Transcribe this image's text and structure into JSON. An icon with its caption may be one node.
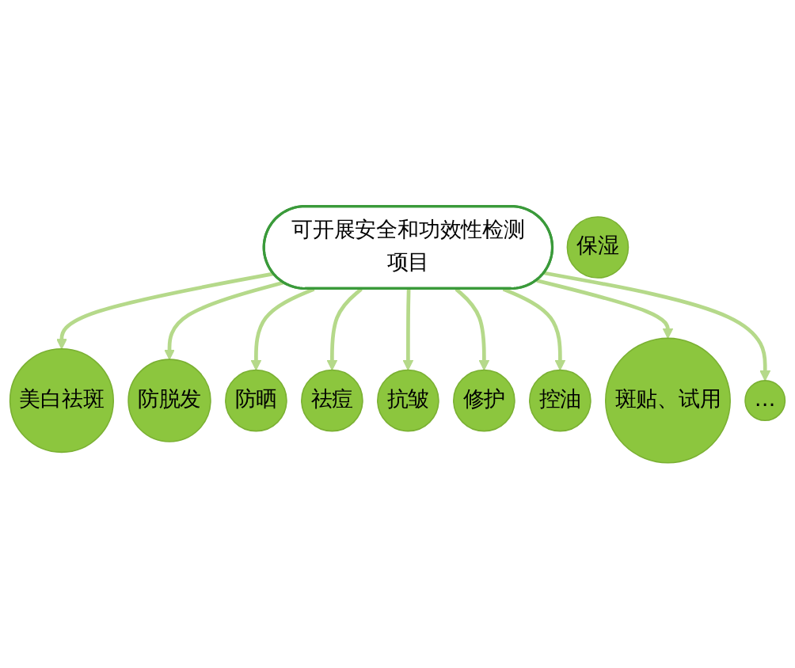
{
  "diagram": {
    "nodes": [
      {
        "text": [
          "可开展安全和功效性检测项目"
        ]
      },
      {
        "text": [
          "保湿"
        ]
      },
      {
        "text": [
          "美白祛斑"
        ]
      },
      {
        "text": [
          "防脱发"
        ]
      },
      {
        "text": [
          "防晒"
        ]
      },
      {
        "text": [
          "祛痘"
        ]
      },
      {
        "text": [
          "抗皱"
        ]
      },
      {
        "text": [
          "修护"
        ]
      },
      {
        "text": [
          "控油"
        ]
      },
      {
        "text": [
          "斑贴、试用"
        ]
      },
      {
        "text": [
          "…"
        ]
      }
    ],
    "edges": [
      {
        "from": 0,
        "to": 2,
        "arrow": "to"
      },
      {
        "from": 0,
        "to": 3,
        "arrow": "to"
      },
      {
        "from": 0,
        "to": 4,
        "arrow": "to"
      },
      {
        "from": 0,
        "to": 5,
        "arrow": "to"
      },
      {
        "from": 0,
        "to": 6,
        "arrow": "to"
      },
      {
        "from": 0,
        "to": 7,
        "arrow": "to"
      },
      {
        "from": 0,
        "to": 8,
        "arrow": "to"
      },
      {
        "from": 0,
        "to": 9,
        "arrow": "to"
      },
      {
        "from": 0,
        "to": 10,
        "arrow": "to"
      }
    ]
  }
}
